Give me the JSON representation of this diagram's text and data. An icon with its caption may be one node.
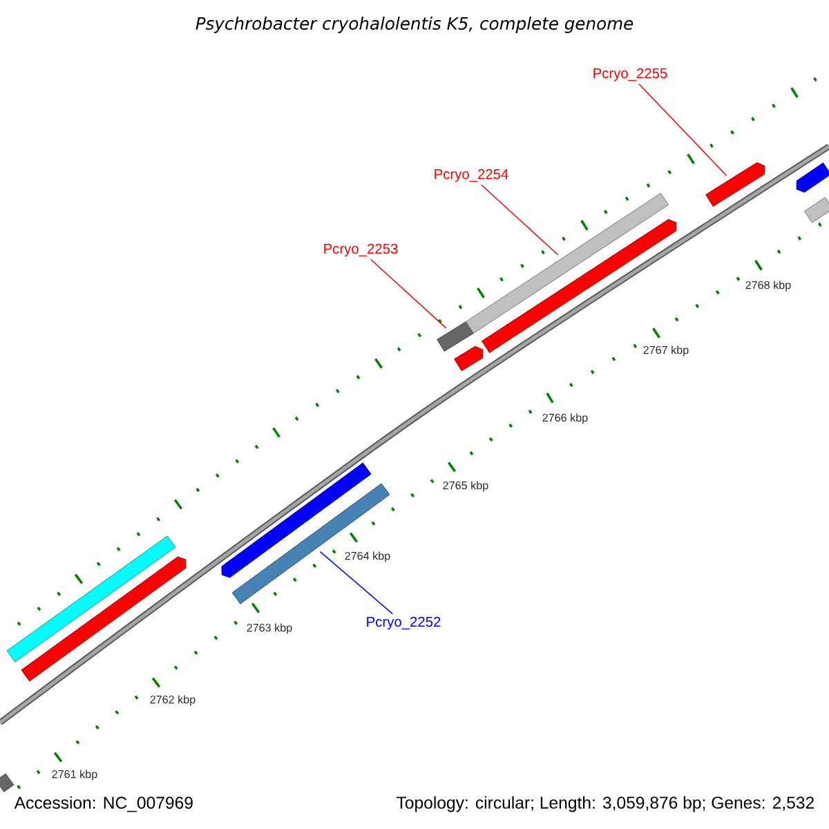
{
  "diagram": {
    "title": "Psychrobacter cryohalolentis K5, complete genome",
    "nodes": [
      {
        "text": [
          "Pcryo_2255"
        ]
      },
      {
        "text": [
          "Pcryo_2254"
        ]
      },
      {
        "text": [
          "Pcryo_2253"
        ]
      },
      {
        "text": [
          "Pcryo_2252"
        ]
      },
      {
        "text": [],
        "shape": "bar"
      },
      {
        "text": [],
        "shape": "bar"
      },
      {
        "text": [],
        "shape": "bar"
      },
      {
        "text": [],
        "shape": "bar"
      },
      {
        "text": [],
        "shape": "bar"
      },
      {
        "text": [],
        "shape": "bar"
      },
      {
        "text": [],
        "shape": "bar"
      },
      {
        "text": [],
        "shape": "bar"
      },
      {
        "text": [],
        "shape": "bar"
      },
      {
        "text": [],
        "shape": "bar"
      },
      {
        "text": [],
        "shape": "bar"
      },
      {
        "text": [],
        "shape": "bar"
      }
    ],
    "edges": [
      {
        "from": 0,
        "to": 13,
        "arrow": "none"
      },
      {
        "from": 1,
        "to": 11,
        "arrow": "none"
      },
      {
        "from": 2,
        "to": 9,
        "arrow": "none"
      },
      {
        "from": 3,
        "to": 8,
        "arrow": "none",
        "color": "#0000ff"
      }
    ],
    "labels": [
      "2768 kbp",
      "2767 kbp",
      "2766 kbp",
      "2765 kbp",
      "2764 kbp",
      "2763 kbp",
      "2762 kbp",
      "2761 kbp",
      "Accession: NC_007969",
      "Topology: circular; Length: 3,059,876 bp; Genes: 2,532"
    ]
  }
}
